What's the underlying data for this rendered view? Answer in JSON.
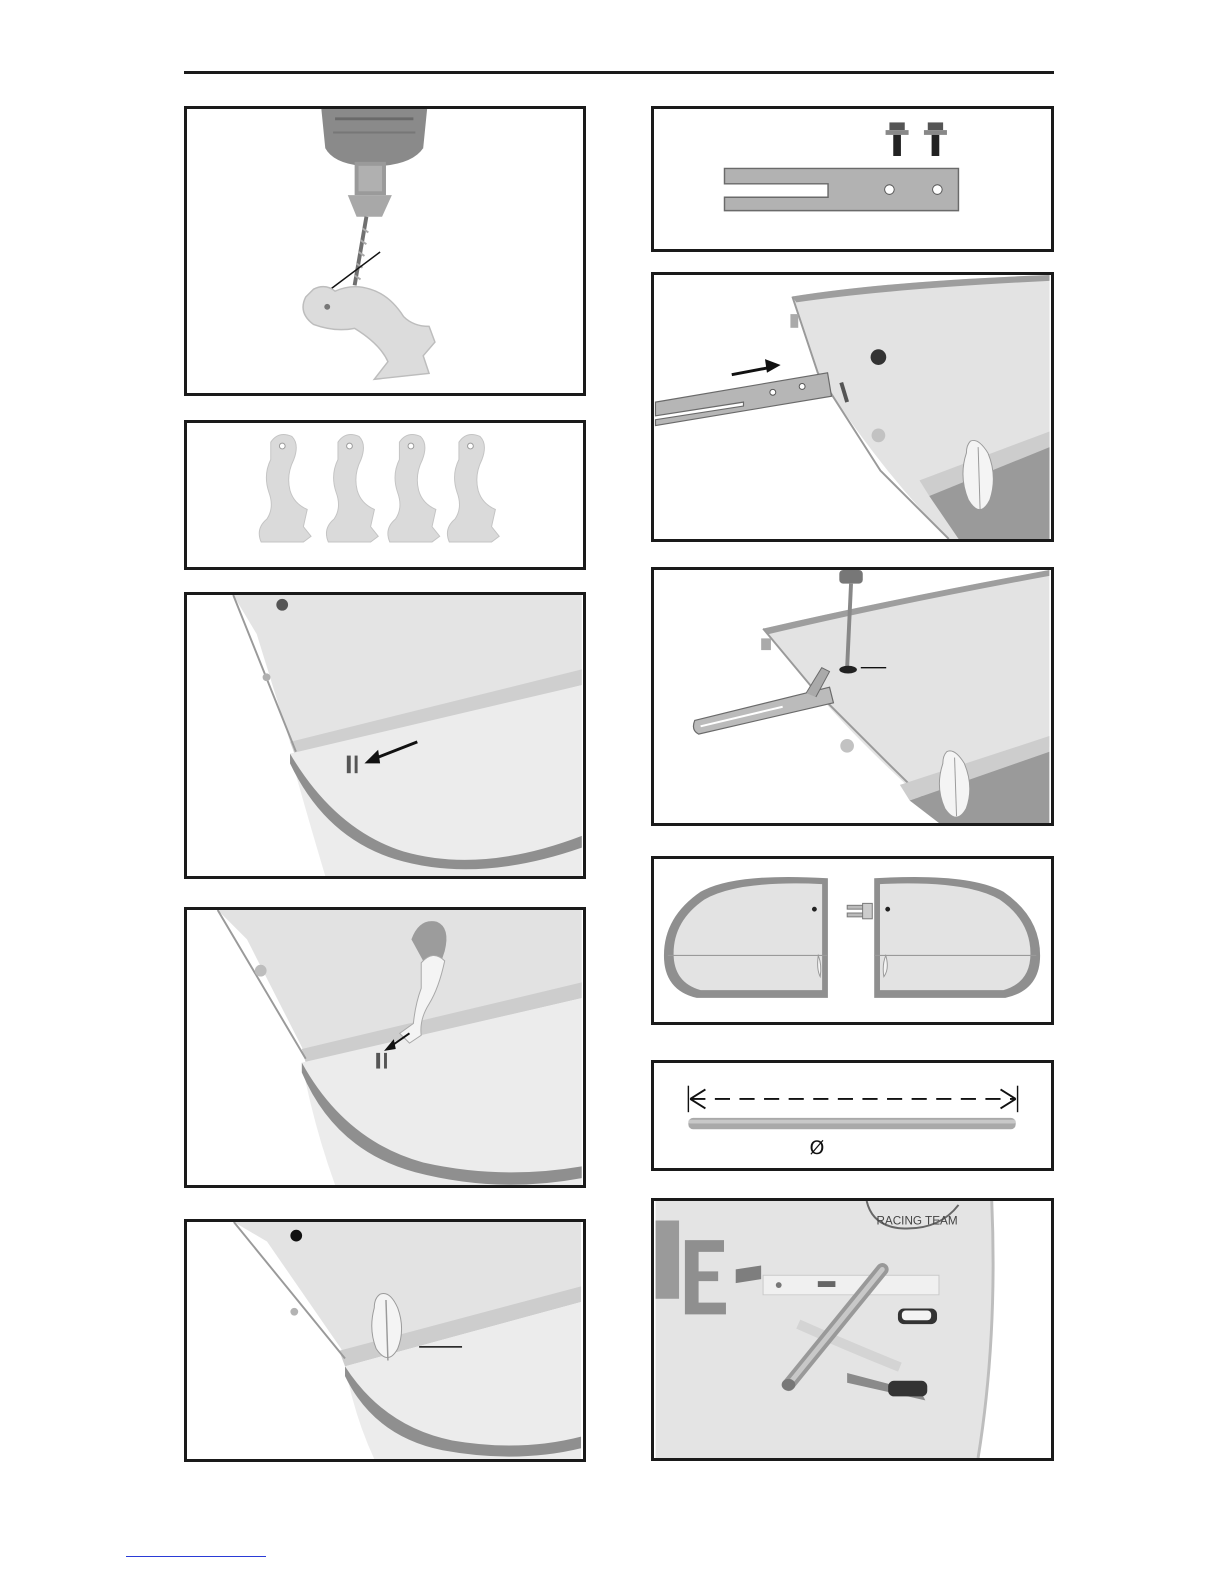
{
  "page": {
    "figures": [
      {
        "id": "drill-hinge-template"
      },
      {
        "id": "four-hinge-templates"
      },
      {
        "id": "rudder-slot-arrow"
      },
      {
        "id": "insert-hinge-template"
      },
      {
        "id": "hinge-installed"
      },
      {
        "id": "metal-joiner-bolts"
      },
      {
        "id": "insert-joiner-arrow"
      },
      {
        "id": "screw-joiner"
      },
      {
        "id": "stab-halves"
      },
      {
        "id": "tube-dimension"
      },
      {
        "id": "fuselage-tube"
      }
    ],
    "tube_callout": {
      "diameter_symbol": "Ø"
    },
    "decal_text": {
      "racing_team": "RACING TEAM"
    }
  }
}
